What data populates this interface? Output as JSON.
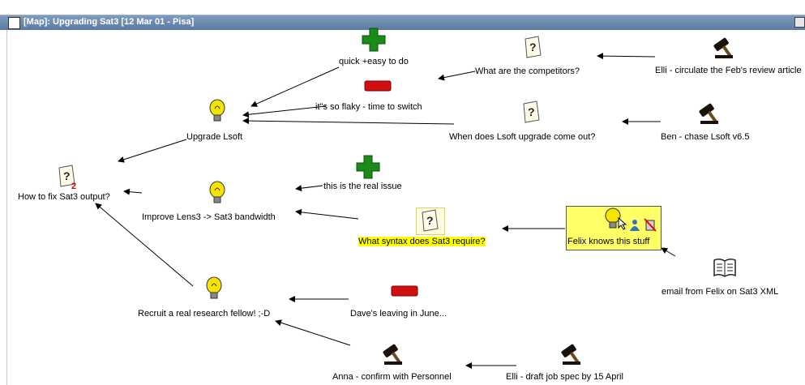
{
  "window": {
    "title": "[Map]: Upgrading Sat3 [12 Mar 01 - Pisa]"
  },
  "nodes": {
    "pro_quick": "quick +easy to do",
    "con_flaky": "it\"s so flaky - time to switch",
    "q_competitors": "What are the competitors?",
    "q_lsoft_upgrade": "When does Lsoft upgrade come out?",
    "act_elli_circulate": "Elli - circulate the Feb's review article",
    "act_ben_chase": "Ben - chase Lsoft v6.5",
    "idea_upgrade_lsoft": "Upgrade Lsoft",
    "q_how_fix": "How to fix Sat3 output?",
    "q_how_fix_badge": "2",
    "idea_improve_lens": "Improve Lens3 -> Sat3 bandwidth",
    "pro_real_issue": "this is the real issue",
    "q_syntax": "What syntax does Sat3 require?",
    "idea_felix": "Felix knows this stuff",
    "ref_email": "email from Felix on Sat3 XML",
    "idea_recruit": "Recruit a real research fellow! ;-D",
    "con_dave": "Dave's leaving in June...",
    "act_anna": "Anna - confirm with Personnel",
    "act_elli_draft": "Elli - draft job spec by 15 April"
  },
  "colors": {
    "pro": "#1a8a1a",
    "con": "#d01010",
    "idea": "#f5e400",
    "highlight": "#ffff00"
  }
}
